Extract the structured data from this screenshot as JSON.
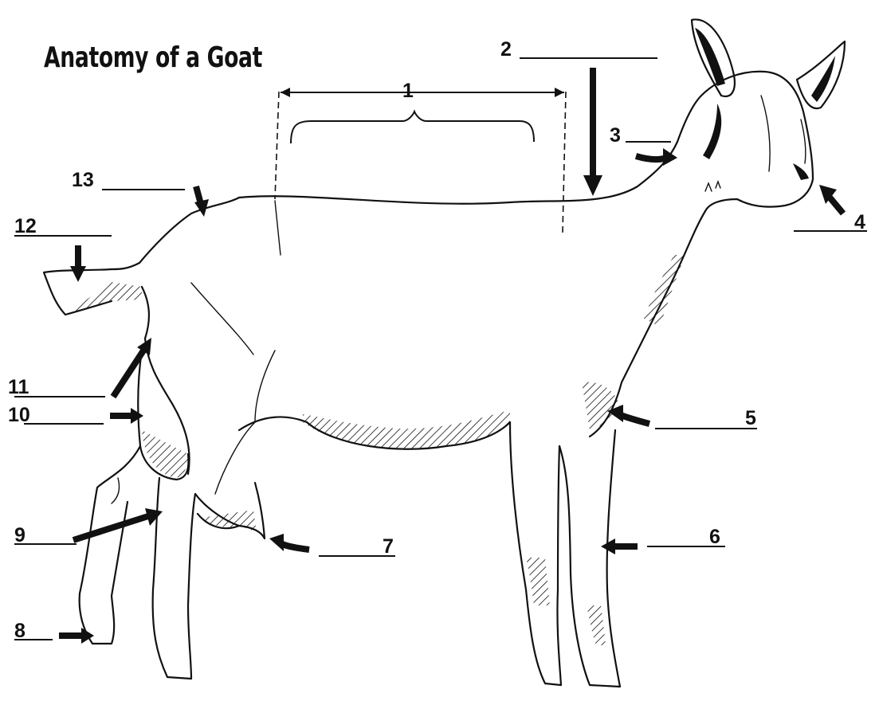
{
  "title": "Anatomy of a Goat",
  "labels": [
    "1",
    "2",
    "3",
    "4",
    "5",
    "6",
    "7",
    "8",
    "9",
    "10",
    "11",
    "12",
    "13"
  ]
}
